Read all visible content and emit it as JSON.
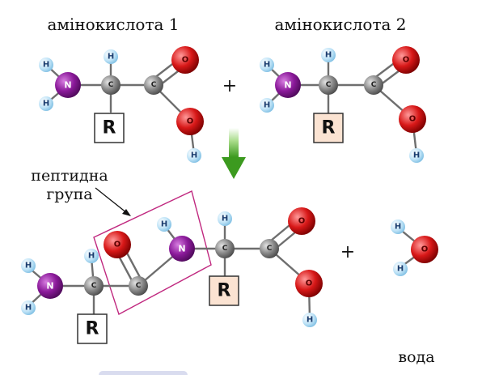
{
  "labels": {
    "amino_acid_1": "амінокислота 1",
    "amino_acid_2": "амінокислота 2",
    "plus_top": "+",
    "plus_bottom": "+",
    "peptide_group_line1": "пептидна",
    "peptide_group_line2": "група",
    "water": "вода"
  },
  "atoms": {
    "H": "H",
    "N": "N",
    "C": "C",
    "O": "O",
    "R": "R"
  },
  "colors": {
    "hydrogen": "#bfe3f7",
    "nitrogen": "#8b1a9a",
    "carbon": "#8a8a8a",
    "oxygen": "#d81818",
    "r_group_1": "#ffffff",
    "r_group_2": "#fbe3d2",
    "highlight_box": "#c0287f",
    "arrow": "#4caf2d"
  }
}
